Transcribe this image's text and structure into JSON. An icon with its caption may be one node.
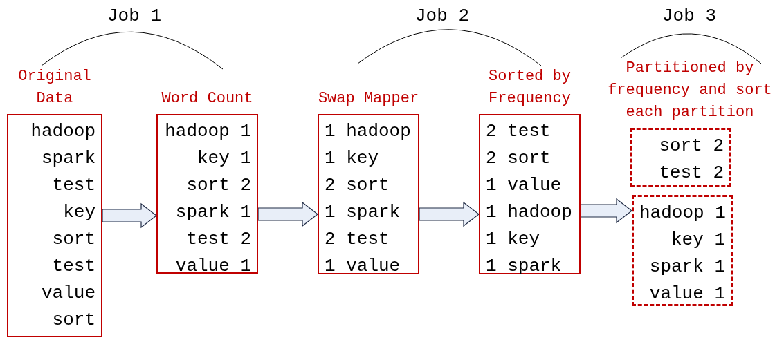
{
  "diagram": {
    "nodes": [
      {
        "text": [
          "Original Data",
          "hadoop",
          "spark",
          "test",
          "key",
          "sort",
          "test",
          "value",
          "sort"
        ]
      },
      {
        "text": [
          "Word Count",
          "hadoop 1",
          "key 1",
          "sort 2",
          "spark 1",
          "test 2",
          "value 1"
        ]
      },
      {
        "text": [
          "Swap Mapper",
          "1 hadoop",
          "1 key",
          "2 sort",
          "1 spark",
          "2 test",
          "1 value"
        ]
      },
      {
        "text": [
          "Sorted by Frequency",
          "2 test",
          "2 sort",
          "1 value",
          "1 hadoop",
          "1 key",
          "1 spark"
        ]
      },
      {
        "text": [
          "Partitioned by frequency and sort each partition",
          "sort 2",
          "test 2"
        ]
      },
      {
        "text": [
          "hadoop 1",
          "key 1",
          "spark 1",
          "value 1"
        ]
      }
    ],
    "edges": [
      {
        "from": 0,
        "to": 1,
        "arrow": "to"
      },
      {
        "from": 1,
        "to": 2,
        "arrow": "to"
      },
      {
        "from": 2,
        "to": 3,
        "arrow": "to"
      },
      {
        "from": 3,
        "to": 5,
        "arrow": "to"
      }
    ],
    "labels": [
      "Job 1",
      "Job 2",
      "Job 3"
    ]
  }
}
